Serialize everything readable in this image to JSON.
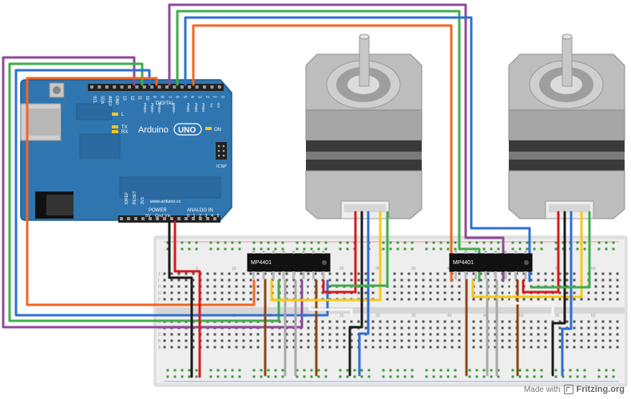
{
  "arduino": {
    "name": "Arduino",
    "model": "UNO",
    "url": "www.arduino.cc",
    "digital_label": "DIGITAL",
    "on_label": "ON",
    "led_l": "L",
    "led_tx": "TX",
    "led_rx": "RX",
    "icsp_label": "ICSP",
    "power_label": "POWER",
    "analog_label": "ANALOG IN",
    "top_pins": [
      "SCL",
      "SDA",
      "AREF",
      "GND",
      "13",
      "12",
      "11",
      "10",
      "9",
      "8",
      "7",
      "6",
      "5",
      "4",
      "3",
      "2",
      "1",
      "0"
    ],
    "pwm_labels": [
      "PWM~",
      "PWM~",
      "PWM~",
      "PWM~",
      "PWM",
      "PWM",
      "PWM",
      "TX",
      "RX"
    ],
    "power_pins": [
      "IOREF",
      "RESET",
      "3V3",
      "5V",
      "Gnd",
      "Vin"
    ],
    "analog_pins": [
      "0",
      "1",
      "2",
      "3",
      "4",
      "5"
    ]
  },
  "drivers": [
    {
      "label": "MP4401"
    },
    {
      "label": "MP4401"
    }
  ],
  "breadboard": {
    "row_letters": [
      "J",
      "I",
      "H",
      "G",
      "F",
      "E",
      "D",
      "C",
      "B",
      "A"
    ],
    "col_numbers": [
      "5",
      "10",
      "15",
      "20",
      "25",
      "30",
      "35",
      "40",
      "45",
      "50",
      "55",
      "60"
    ]
  },
  "footer": {
    "made_with": "Made with",
    "brand": "Fritzing.org"
  },
  "colors": {
    "board_blue": "#2f76b0",
    "wire_purple": "#8e4a98",
    "wire_green": "#3fae49",
    "wire_blue": "#2f6fd6",
    "wire_orange": "#f26522",
    "wire_red": "#d7191c",
    "wire_black": "#1a1a1a",
    "wire_brown": "#8b4513",
    "wire_gray": "#a9a9a9",
    "wire_yellow": "#f6c915",
    "wire_white": "#f5f5f5"
  }
}
